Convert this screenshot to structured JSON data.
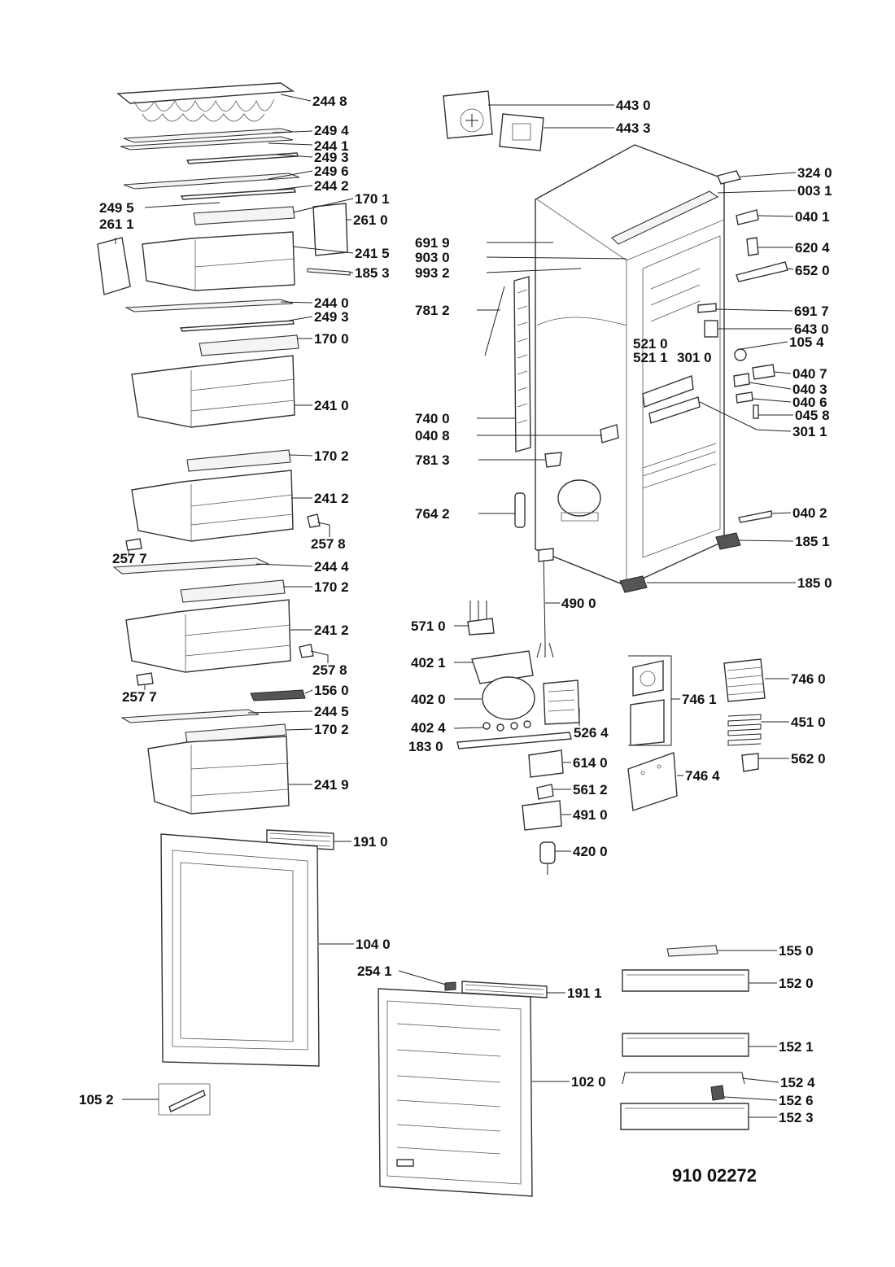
{
  "diagram": {
    "document_number": "910 02272",
    "callouts": [
      {
        "id": "c-2448",
        "label": "244 8"
      },
      {
        "id": "c-2494",
        "label": "249 4"
      },
      {
        "id": "c-2441",
        "label": "244 1"
      },
      {
        "id": "c-2493a",
        "label": "249 3"
      },
      {
        "id": "c-2496",
        "label": "249 6"
      },
      {
        "id": "c-2442",
        "label": "244 2"
      },
      {
        "id": "c-2495",
        "label": "249 5"
      },
      {
        "id": "c-1701",
        "label": "170 1"
      },
      {
        "id": "c-2611",
        "label": "261 1"
      },
      {
        "id": "c-2610",
        "label": "261 0"
      },
      {
        "id": "c-2415",
        "label": "241 5"
      },
      {
        "id": "c-1853",
        "label": "185 3"
      },
      {
        "id": "c-2440",
        "label": "244 0"
      },
      {
        "id": "c-2493b",
        "label": "249 3"
      },
      {
        "id": "c-1700",
        "label": "170 0"
      },
      {
        "id": "c-2410",
        "label": "241 0"
      },
      {
        "id": "c-1702a",
        "label": "170 2"
      },
      {
        "id": "c-2412a",
        "label": "241 2"
      },
      {
        "id": "c-2578a",
        "label": "257 8"
      },
      {
        "id": "c-2577a",
        "label": "257 7"
      },
      {
        "id": "c-2444",
        "label": "244 4"
      },
      {
        "id": "c-1702b",
        "label": "170 2"
      },
      {
        "id": "c-2412b",
        "label": "241 2"
      },
      {
        "id": "c-2578b",
        "label": "257 8"
      },
      {
        "id": "c-2577b",
        "label": "257 7"
      },
      {
        "id": "c-1560",
        "label": "156 0"
      },
      {
        "id": "c-2445",
        "label": "244 5"
      },
      {
        "id": "c-1702c",
        "label": "170 2"
      },
      {
        "id": "c-2419",
        "label": "241 9"
      },
      {
        "id": "c-1910",
        "label": "191 0"
      },
      {
        "id": "c-1040",
        "label": "104 0"
      },
      {
        "id": "c-1052",
        "label": "105 2"
      },
      {
        "id": "c-4430",
        "label": "443 0"
      },
      {
        "id": "c-4433",
        "label": "443 3"
      },
      {
        "id": "c-3240",
        "label": "324 0"
      },
      {
        "id": "c-0031",
        "label": "003 1"
      },
      {
        "id": "c-0401",
        "label": "040 1"
      },
      {
        "id": "c-6919",
        "label": "691 9"
      },
      {
        "id": "c-9030",
        "label": "903 0"
      },
      {
        "id": "c-9932",
        "label": "993 2"
      },
      {
        "id": "c-6204",
        "label": "620 4"
      },
      {
        "id": "c-6520",
        "label": "652 0"
      },
      {
        "id": "c-7812",
        "label": "781 2"
      },
      {
        "id": "c-6917",
        "label": "691 7"
      },
      {
        "id": "c-6430",
        "label": "643 0"
      },
      {
        "id": "c-5210",
        "label": "521 0"
      },
      {
        "id": "c-5211",
        "label": "521 1"
      },
      {
        "id": "c-3010",
        "label": "301 0"
      },
      {
        "id": "c-1054",
        "label": "105 4"
      },
      {
        "id": "c-0407",
        "label": "040 7"
      },
      {
        "id": "c-0403",
        "label": "040 3"
      },
      {
        "id": "c-0406",
        "label": "040 6"
      },
      {
        "id": "c-0458",
        "label": "045 8"
      },
      {
        "id": "c-7400",
        "label": "740 0"
      },
      {
        "id": "c-0408",
        "label": "040 8"
      },
      {
        "id": "c-3011",
        "label": "301 1"
      },
      {
        "id": "c-7813",
        "label": "781 3"
      },
      {
        "id": "c-7642",
        "label": "764 2"
      },
      {
        "id": "c-0402",
        "label": "040 2"
      },
      {
        "id": "c-1851",
        "label": "185 1"
      },
      {
        "id": "c-1850",
        "label": "185 0"
      },
      {
        "id": "c-4900",
        "label": "490 0"
      },
      {
        "id": "c-5710",
        "label": "571 0"
      },
      {
        "id": "c-4021",
        "label": "402 1"
      },
      {
        "id": "c-4020",
        "label": "402 0"
      },
      {
        "id": "c-4024",
        "label": "402 4"
      },
      {
        "id": "c-1830",
        "label": "183 0"
      },
      {
        "id": "c-5264",
        "label": "526 4"
      },
      {
        "id": "c-7461",
        "label": "746 1"
      },
      {
        "id": "c-7460",
        "label": "746 0"
      },
      {
        "id": "c-4510",
        "label": "451 0"
      },
      {
        "id": "c-5620",
        "label": "562 0"
      },
      {
        "id": "c-6140",
        "label": "614 0"
      },
      {
        "id": "c-7464",
        "label": "746 4"
      },
      {
        "id": "c-5612",
        "label": "561 2"
      },
      {
        "id": "c-4910",
        "label": "491 0"
      },
      {
        "id": "c-4200",
        "label": "420 0"
      },
      {
        "id": "c-1550",
        "label": "155 0"
      },
      {
        "id": "c-2541",
        "label": "254 1"
      },
      {
        "id": "c-1911",
        "label": "191 1"
      },
      {
        "id": "c-1520",
        "label": "152 0"
      },
      {
        "id": "c-1521",
        "label": "152 1"
      },
      {
        "id": "c-1020",
        "label": "102 0"
      },
      {
        "id": "c-1524",
        "label": "152 4"
      },
      {
        "id": "c-1526",
        "label": "152 6"
      },
      {
        "id": "c-1523",
        "label": "152 3"
      }
    ]
  }
}
